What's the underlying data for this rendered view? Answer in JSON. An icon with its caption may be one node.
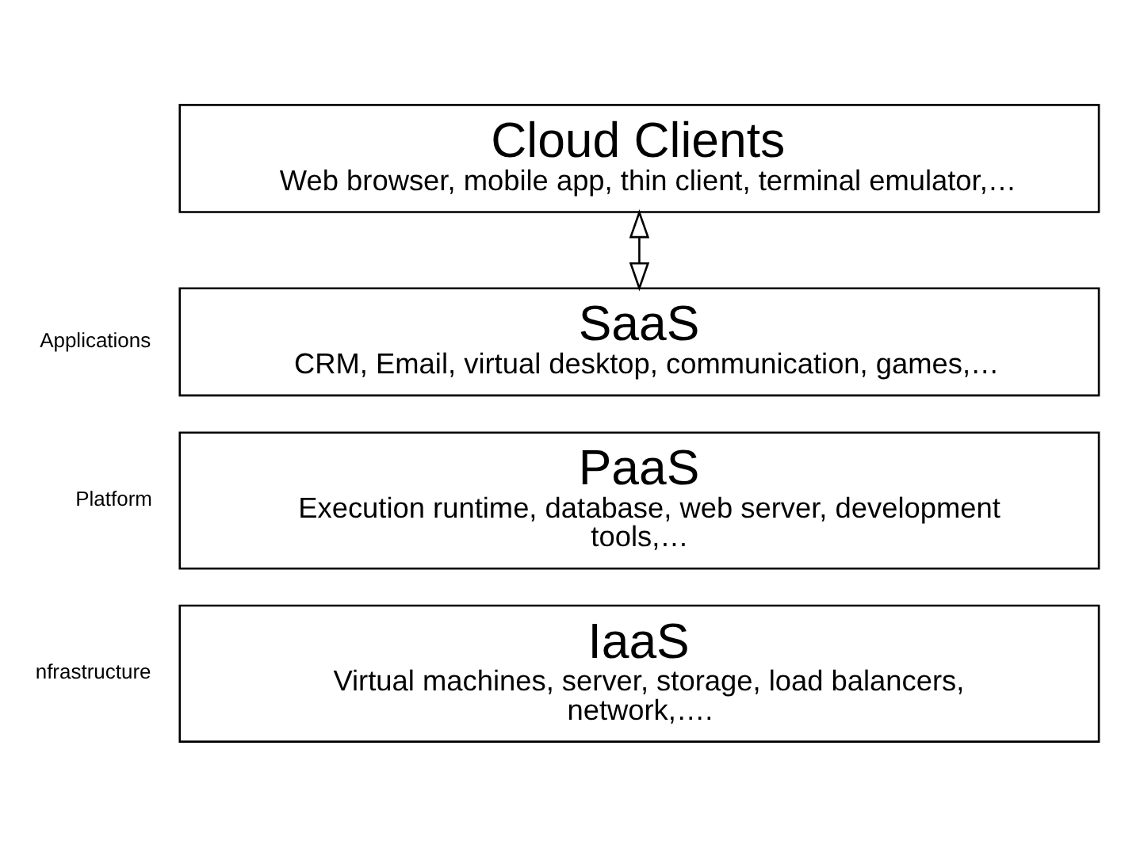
{
  "diagram": {
    "nodes": [
      {
        "text": [
          "Cloud Clients",
          "Web browser, mobile app, thin client, terminal emulator,…"
        ]
      },
      {
        "text": [
          "SaaS",
          "CRM, Email, virtual desktop, communication, games,…"
        ],
        "beside": [
          "Applications"
        ]
      },
      {
        "text": [
          "PaaS",
          "Execution runtime, database, web server, development tools,…"
        ],
        "beside": [
          "Platform"
        ]
      },
      {
        "text": [
          "IaaS",
          "Virtual machines, server, storage, load balancers, network,…."
        ],
        "beside": [
          "nfrastructure"
        ]
      }
    ],
    "edges": [
      {
        "from": 0,
        "to": 1,
        "arrow": "both"
      }
    ]
  }
}
